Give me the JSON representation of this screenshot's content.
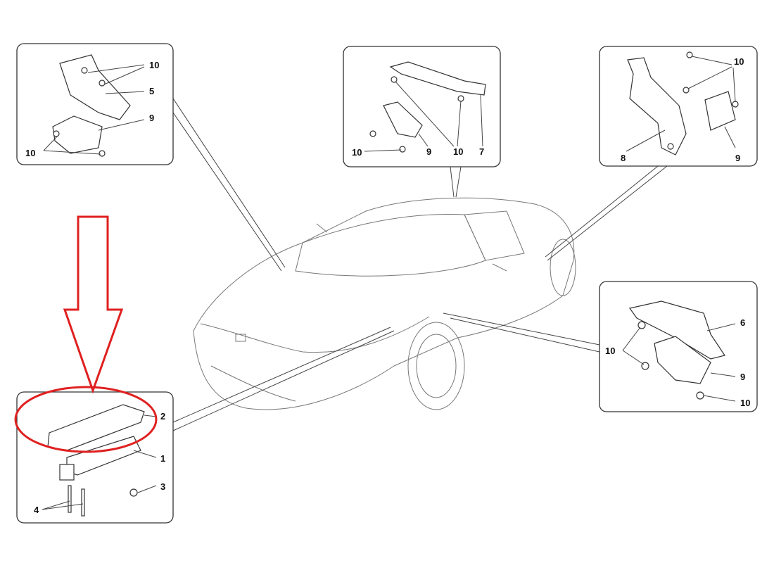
{
  "diagram": {
    "callouts": {
      "top_left": [
        "10",
        "5",
        "9",
        "10"
      ],
      "top_middle": [
        "10",
        "9",
        "10",
        "7"
      ],
      "top_right": [
        "10",
        "8",
        "9"
      ],
      "right_middle": [
        "6",
        "10",
        "9",
        "10"
      ],
      "bottom_left": [
        "2",
        "1",
        "3",
        "4"
      ]
    },
    "highlight_color": "#e02020"
  }
}
